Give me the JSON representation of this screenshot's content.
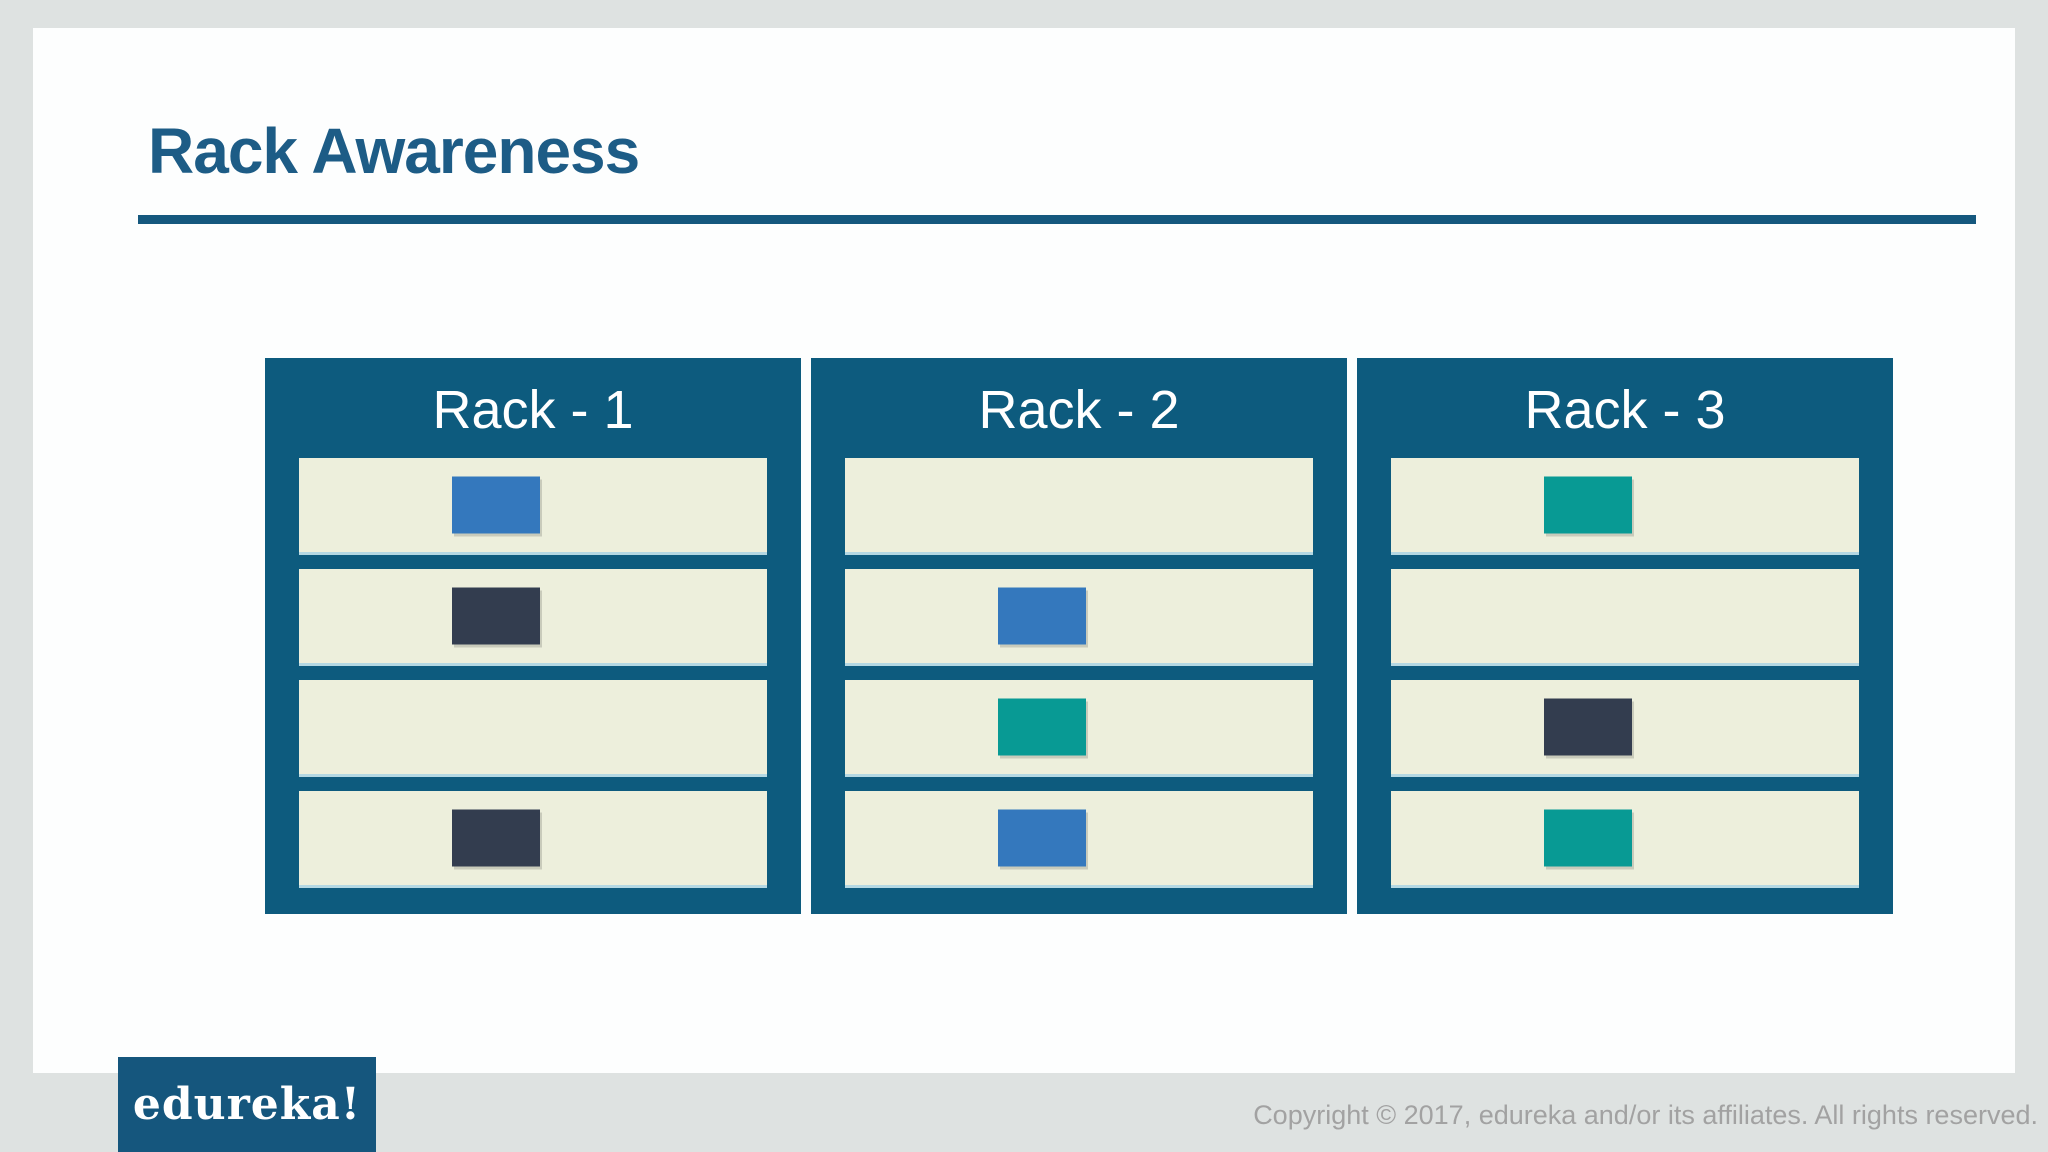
{
  "page": {
    "background": "#dee2e1",
    "slide_background": "#fdfefe"
  },
  "title": {
    "text": "Rack Awareness",
    "color": "#1d5c86",
    "underline_color": "#15587e"
  },
  "racks": [
    {
      "label": "Rack - 1",
      "slots": [
        "blue",
        "navy",
        "empty",
        "navy"
      ]
    },
    {
      "label": "Rack - 2",
      "slots": [
        "empty",
        "blue",
        "teal",
        "blue"
      ]
    },
    {
      "label": "Rack - 3",
      "slots": [
        "teal",
        "empty",
        "navy",
        "teal"
      ]
    }
  ],
  "rack_style": {
    "frame_color": "#0d5b7e",
    "slot_color": "#edefdc",
    "label_color": "#ffffff",
    "block_colors": {
      "blue": "#3478bd",
      "navy": "#333d4f",
      "teal": "#089a94"
    }
  },
  "footer": {
    "logo_text": "edureka!",
    "logo_background": "#15567d",
    "copyright": "Copyright © 2017, edureka and/or its affiliates. All rights reserved.",
    "copyright_color": "#a2a2a2"
  }
}
